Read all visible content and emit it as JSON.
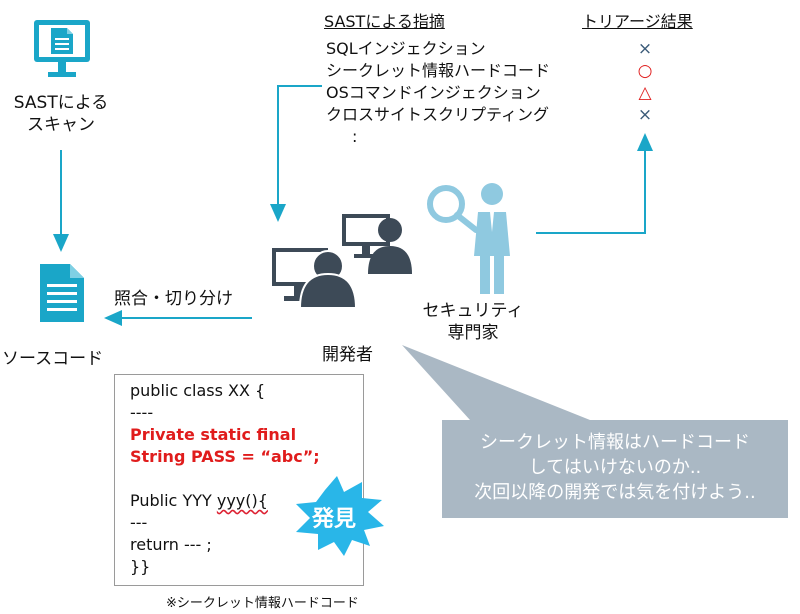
{
  "scan_node": {
    "label_line1": "SASTによる",
    "label_line2": "スキャン"
  },
  "source_node": {
    "label": "ソースコード"
  },
  "developer_node": {
    "label": "開発者"
  },
  "expert_node": {
    "label_line1": "セキュリティ",
    "label_line2": "専門家"
  },
  "match_label": "照合・切り分け",
  "findings_header": "SASTによる指摘",
  "triage_header": "トリアージ結果",
  "findings": [
    {
      "name": "SQLインジェクション",
      "mark": "×",
      "mark_color": "#3a5a78"
    },
    {
      "name": "シークレット情報ハードコード",
      "mark": "○",
      "mark_color": "#e02020"
    },
    {
      "name": "OSコマンドインジェクション",
      "mark": "△",
      "mark_color": "#e02020"
    },
    {
      "name": "クロスサイトスクリプティング",
      "mark": "×",
      "mark_color": "#3a5a78"
    }
  ],
  "findings_more": ":",
  "code": {
    "line1": "public class XX {",
    "line2": "----",
    "line3": "Private static final",
    "line4": "String PASS = “abc”;",
    "line5a": "Public YYY ",
    "line5b": "yyy(){",
    "line6": "---",
    "line7": "return --- ;",
    "line8": "}}"
  },
  "burst_label": "発見",
  "callout": {
    "line1": "シークレット情報はハードコード",
    "line2": "してはいけないのか..",
    "line3": "次回以降の開発では気を付けよう.."
  },
  "footnote": "※シークレット情報ハードコード",
  "colors": {
    "accent": "#1aa6c8",
    "icon_dark": "#3d4a57",
    "expert": "#8fc9e0",
    "callout_bg": "#aab8c4",
    "burst": "#29b6e8",
    "arrow": "#1aa6c8"
  }
}
